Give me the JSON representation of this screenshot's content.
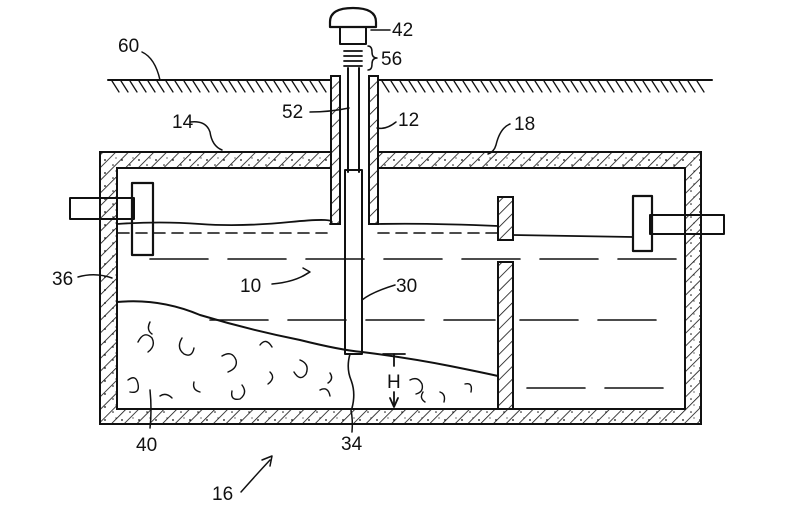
{
  "labels": {
    "ground": "60",
    "cap": "42",
    "spring": "56",
    "tube_inner": "52",
    "tube_outer": "12",
    "tank_wall": "14",
    "tank_top": "18",
    "liquid": "36",
    "chamber": "10",
    "probe": "30",
    "sludge": "40",
    "probe_tip": "34",
    "tank": "16",
    "height": "H"
  },
  "colors": {
    "ink": "#111111",
    "background": "#ffffff"
  }
}
